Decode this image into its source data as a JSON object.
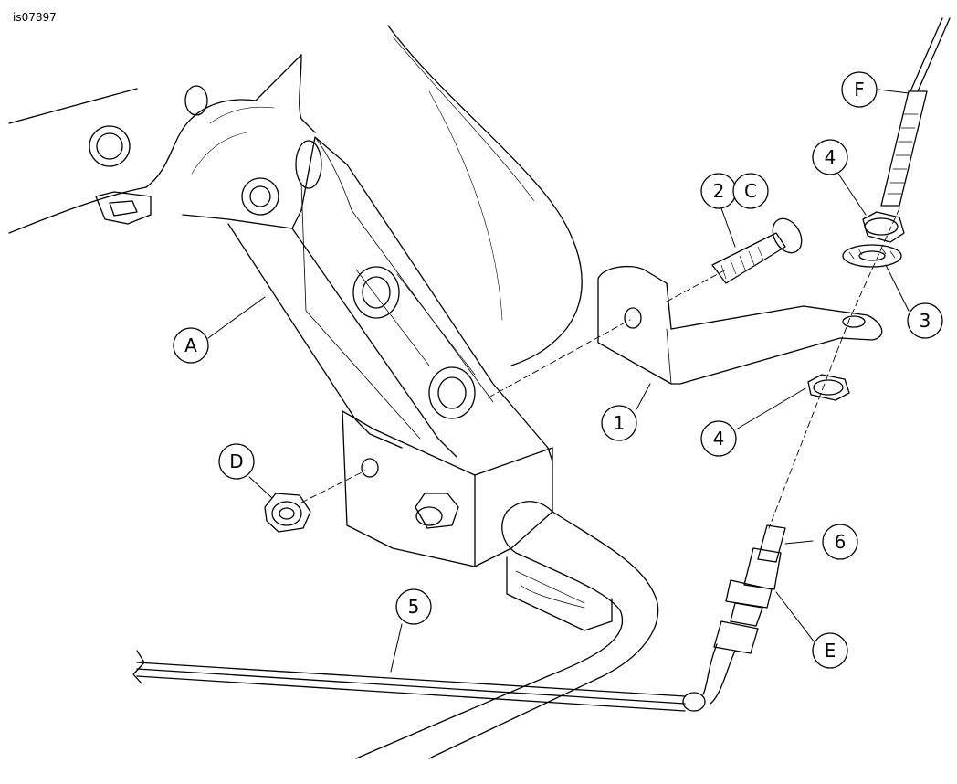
{
  "figure": {
    "id": "is07897"
  },
  "callouts": [
    {
      "key": "A",
      "label": "A"
    },
    {
      "key": "D",
      "label": "D"
    },
    {
      "key": "2",
      "label": "2"
    },
    {
      "key": "C",
      "label": "C"
    },
    {
      "key": "4a",
      "label": "4"
    },
    {
      "key": "3",
      "label": "3"
    },
    {
      "key": "F",
      "label": "F"
    },
    {
      "key": "1",
      "label": "1"
    },
    {
      "key": "4b",
      "label": "4"
    },
    {
      "key": "6",
      "label": "6"
    },
    {
      "key": "5",
      "label": "5"
    },
    {
      "key": "E",
      "label": "E"
    }
  ],
  "colors": {
    "stroke": "#000000",
    "background": "#ffffff"
  }
}
